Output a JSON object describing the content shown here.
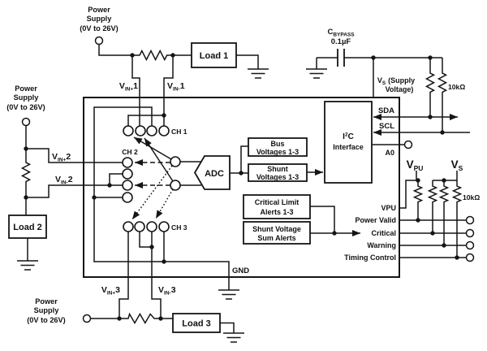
{
  "power_supply_label": [
    "Power",
    "Supply",
    "(0V to 26V)"
  ],
  "loads": {
    "l1": "Load 1",
    "l2": "Load 2",
    "l3": "Load 3"
  },
  "bypass_cap": {
    "sym": "C",
    "sub": "BYPASS",
    "value": "0.1µF"
  },
  "supply_voltage_note": {
    "v": "V",
    "sub": "S",
    "rest": "(Supply",
    "line2": "Voltage)"
  },
  "pullup_top": "10kΩ",
  "pullup_right": "10kΩ",
  "vin": {
    "p1": {
      "v": "V",
      "sub": "IN+",
      "n": "1"
    },
    "n1": {
      "v": "V",
      "sub": "IN-",
      "n": "1"
    },
    "p2": {
      "v": "V",
      "sub": "IN+",
      "n": "2"
    },
    "n2": {
      "v": "V",
      "sub": "IN-",
      "n": "2"
    },
    "p3": {
      "v": "V",
      "sub": "IN+",
      "n": "3"
    },
    "n3": {
      "v": "V",
      "sub": "IN-",
      "n": "3"
    }
  },
  "channels": {
    "ch1": "CH 1",
    "ch2": "CH 2",
    "ch3": "CH 3"
  },
  "adc_label": "ADC",
  "i2c_block": {
    "i": "I",
    "sup": "2",
    "c": "C",
    "line2": "Interface"
  },
  "function_boxes": {
    "bus": [
      "Bus",
      "Voltages 1-3"
    ],
    "shunt": [
      "Shunt",
      "Voltages 1-3"
    ],
    "critical": [
      "Critical Limit",
      "Alerts 1-3"
    ],
    "sum": [
      "Shunt Voltage",
      "Sum Alerts"
    ]
  },
  "pins": {
    "sda": "SDA",
    "scl": "SCL",
    "a0": "A0",
    "vpu": "VPU",
    "power_valid": "Power Valid",
    "critical": "Critical",
    "warning": "Warning",
    "timing_control": "Timing Control",
    "gnd": "GND"
  },
  "rails": {
    "vpu": {
      "v": "V",
      "sub": "PU"
    },
    "vs": {
      "v": "V",
      "sub": "S"
    }
  },
  "colors": {
    "line": "#151515",
    "background": "#ffffff"
  }
}
